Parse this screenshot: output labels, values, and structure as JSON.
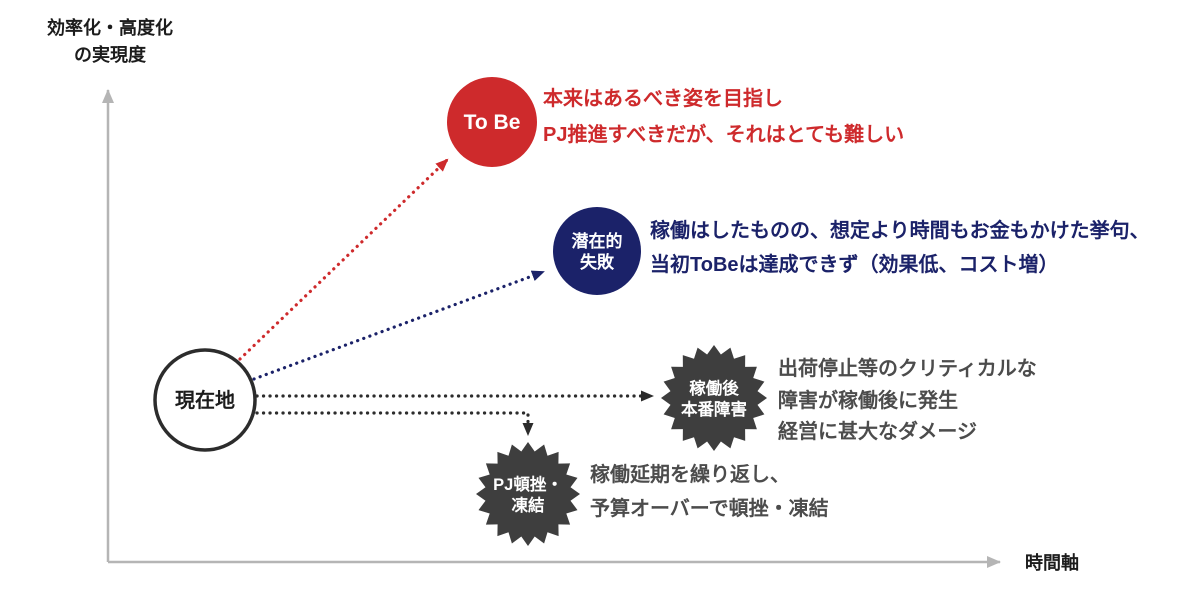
{
  "diagram": {
    "y_axis": {
      "label_line1": "効率化・高度化",
      "label_line2": "の実現度"
    },
    "x_axis": {
      "label": "時間軸"
    },
    "current_state": {
      "label": "現在地"
    },
    "tobe": {
      "label": "To Be",
      "desc_line1": "本来はあるべき姿を目指し",
      "desc_line2": "PJ推進すべきだが、それはとても難しい"
    },
    "latent_failure": {
      "label_line1": "潜在的",
      "label_line2": "失敗",
      "desc_line1": "稼働はしたものの、想定より時間もお金もかけた挙句、",
      "desc_line2": "当初ToBeは達成できず（効果低、コスト増）"
    },
    "production_failure": {
      "label_line1": "稼働後",
      "label_line2": "本番障害",
      "desc_line1": "出荷停止等のクリティカルな",
      "desc_line2": "障害が稼働後に発生",
      "desc_line3": "経営に甚大なダメージ"
    },
    "pj_freeze": {
      "label_line1": "PJ頓挫・",
      "label_line2": "凍結",
      "desc_line1": "稼働延期を繰り返し、",
      "desc_line2": "予算オーバーで頓挫・凍結"
    },
    "colors": {
      "red": "#ce2a2c",
      "navy": "#1b2269",
      "node_gray": "#3e3e3e",
      "arrow_black": "#2c2c2c",
      "axis_gray": "#b5b5b5",
      "text_black": "#1c1c1c",
      "desc_gray": "#4c4c4c"
    }
  }
}
